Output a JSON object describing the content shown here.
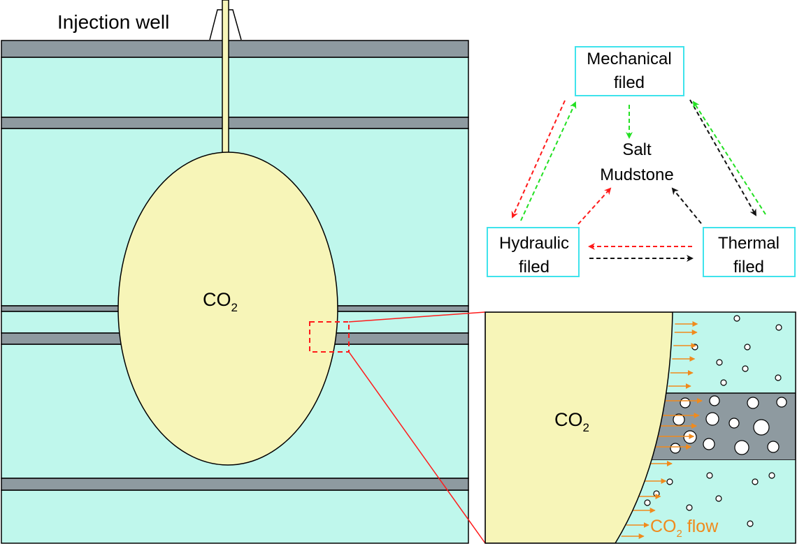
{
  "title": {
    "text": "Injection well"
  },
  "main_section": {
    "co2_main": "CO",
    "co2_sub": "2"
  },
  "coupling": {
    "mechanical": {
      "line1": "Mechanical",
      "line2": "filed"
    },
    "hydraulic": {
      "line1": "Hydraulic",
      "line2": "filed"
    },
    "thermal": {
      "line1": "Thermal",
      "line2": "filed"
    },
    "center": {
      "line1": "Salt",
      "line2": "Mudstone"
    }
  },
  "zoom": {
    "co2_main": "CO",
    "co2_sub": "2",
    "flow_main": "CO",
    "flow_sub": "2",
    "flow_suffix": " flow"
  },
  "colors": {
    "salt": "#bff7ec",
    "mudstone": "#8e9aa0",
    "co2": "#f7f5b8",
    "box_border": "#3fe3ec",
    "red": "#ff1a1a",
    "green": "#22e022",
    "black": "#111111",
    "flow": "#f08a1c"
  }
}
